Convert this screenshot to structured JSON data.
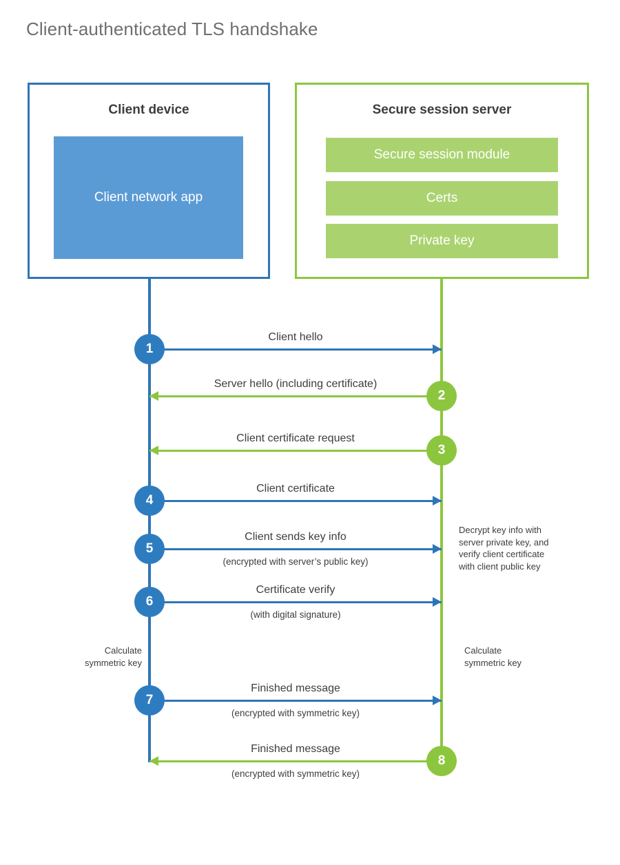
{
  "title": "Client-authenticated TLS handshake",
  "client": {
    "title": "Client device",
    "app_label": "Client network app"
  },
  "server": {
    "title": "Secure session server",
    "modules": [
      {
        "label": "Secure session module"
      },
      {
        "label": "Certs"
      },
      {
        "label": "Private key"
      }
    ]
  },
  "steps": [
    {
      "number": "1",
      "label": "Client hello",
      "sublabel": "",
      "direction": "right",
      "color": "blue"
    },
    {
      "number": "2",
      "label": "Server hello (including certificate)",
      "sublabel": "",
      "direction": "left",
      "color": "green"
    },
    {
      "number": "3",
      "label": "Client certificate request",
      "sublabel": "",
      "direction": "left",
      "color": "green"
    },
    {
      "number": "4",
      "label": "Client certificate",
      "sublabel": "",
      "direction": "right",
      "color": "blue"
    },
    {
      "number": "5",
      "label": "Client sends key info",
      "sublabel": "(encrypted with server’s public key)",
      "direction": "right",
      "color": "blue"
    },
    {
      "number": "6",
      "label": "Certificate verify",
      "sublabel": "(with digital signature)",
      "direction": "right",
      "color": "blue"
    },
    {
      "number": "7",
      "label": "Finished message",
      "sublabel": "(encrypted with symmetric key)",
      "direction": "right",
      "color": "blue"
    },
    {
      "number": "8",
      "label": "Finished message",
      "sublabel": "(encrypted with symmetric key)",
      "direction": "left",
      "color": "green"
    }
  ],
  "notes": {
    "server_decrypt": "Decrypt key info with\nserver private key, and\nverify client certificate\nwith client public key",
    "client_calculate": "Calculate\nsymmetric key",
    "server_calculate": "Calculate\nsymmetric key"
  },
  "colors": {
    "client_accent": "#2e75b6",
    "client_fill": "#5b9bd5",
    "server_accent": "#8cc63f",
    "server_fill": "#aad36f",
    "badge_blue": "#2e7cc0",
    "badge_green": "#8cc63f",
    "text": "#3d3d3d",
    "title_text": "#6f6f6f",
    "background": "#ffffff"
  }
}
